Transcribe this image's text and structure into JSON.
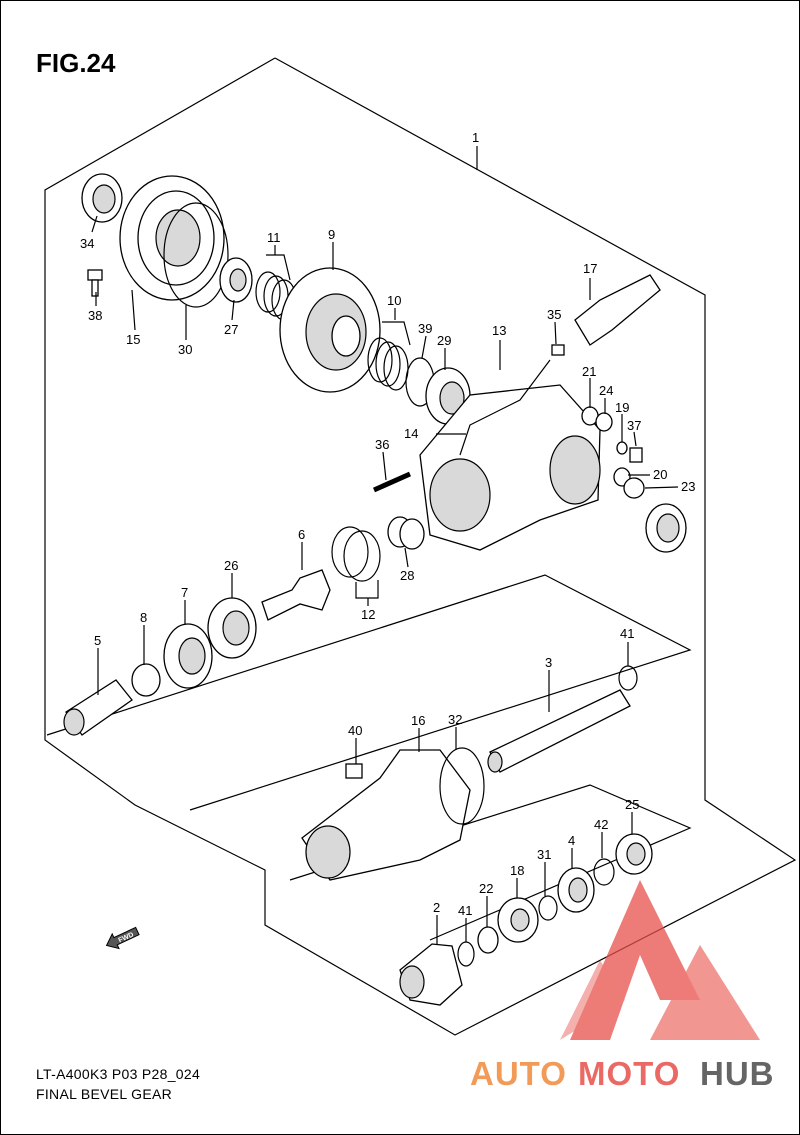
{
  "figure": {
    "title": "FIG.24",
    "model_code": "LT-A400K3 P03 P28_024",
    "section_name": "FINAL BEVEL GEAR"
  },
  "fwd_badge": "FWD",
  "watermark": {
    "part1": "AUTO",
    "part2": "MOTO",
    "part3": "HUB",
    "color_primary": "#f08a3c",
    "color_secondary": "#555555",
    "logo_color": "#e8504a"
  },
  "callouts": [
    "1",
    "34",
    "11",
    "9",
    "38",
    "15",
    "30",
    "27",
    "10",
    "39",
    "29",
    "13",
    "17",
    "35",
    "21",
    "24",
    "19",
    "37",
    "14",
    "36",
    "20",
    "23",
    "6",
    "28",
    "12",
    "26",
    "7",
    "8",
    "5",
    "41",
    "3",
    "40",
    "16",
    "32",
    "25",
    "42",
    "4",
    "31",
    "18",
    "22",
    "2"
  ]
}
